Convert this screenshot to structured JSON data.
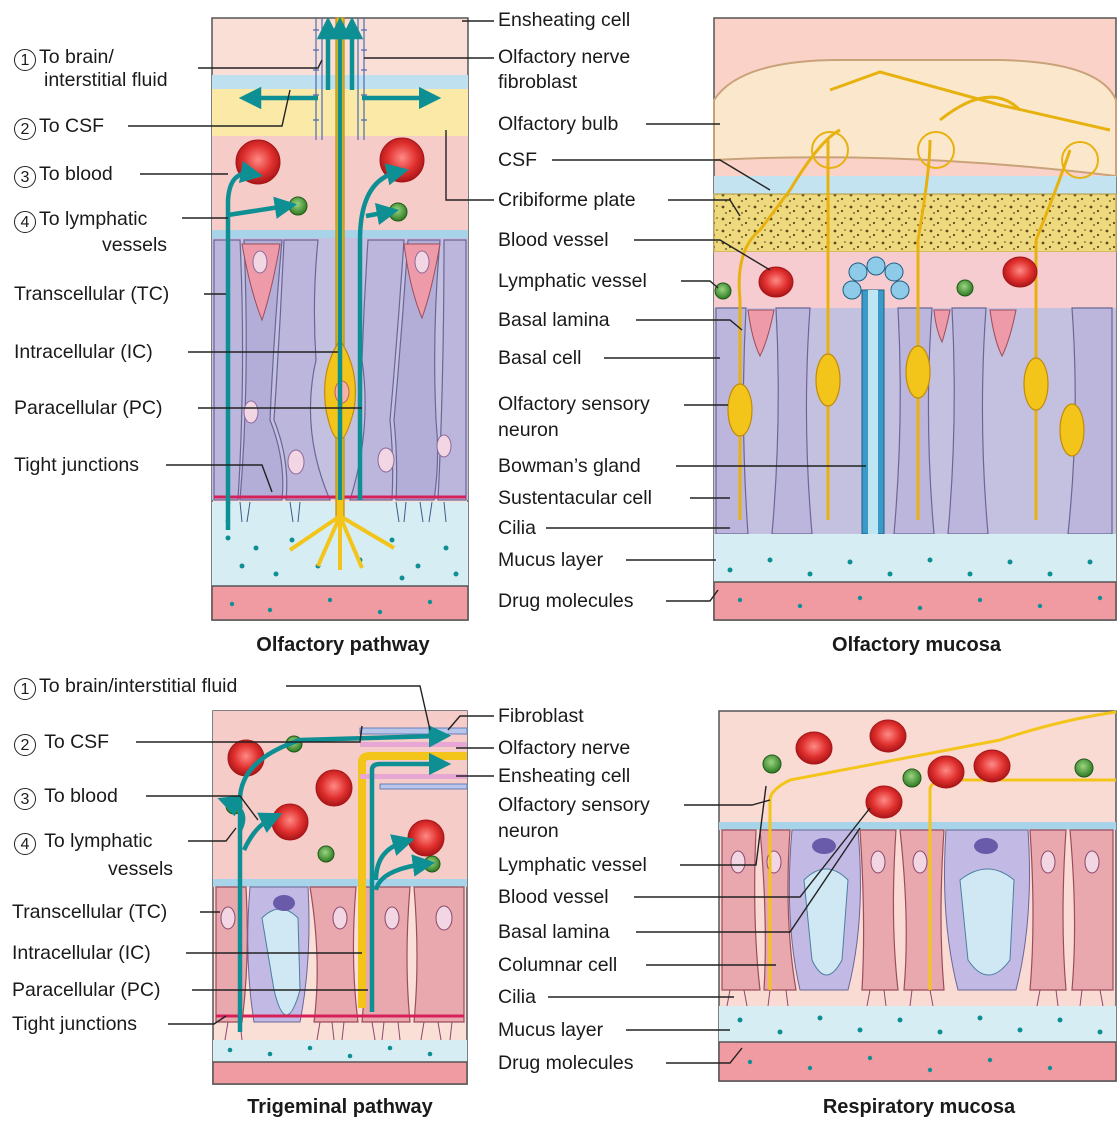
{
  "panels": {
    "olfactory_pathway": {
      "caption": "Olfactory pathway",
      "routes": [
        {
          "num": "1",
          "text": "To brain/",
          "text2": "interstitial fluid"
        },
        {
          "num": "2",
          "text": "To CSF"
        },
        {
          "num": "3",
          "text": "To blood"
        },
        {
          "num": "4",
          "text": "To lymphatic",
          "text2": "vessels"
        }
      ],
      "mechanisms": [
        "Transcellular (TC)",
        "Intracellular (IC)",
        "Paracellular (PC)",
        "Tight junctions"
      ],
      "right_labels": [
        "Ensheating cell",
        "Olfactory nerve",
        "fibroblast"
      ]
    },
    "olfactory_mucosa": {
      "caption": "Olfactory mucosa",
      "labels": [
        "Olfactory bulb",
        "CSF",
        "Cribiforme plate",
        "Blood vessel",
        "Lymphatic vessel",
        "Basal lamina",
        "Basal cell",
        "Olfactory sensory",
        "neuron",
        "Bowman’s gland",
        "Sustentacular cell",
        "Cilia",
        "Mucus layer",
        "Drug molecules"
      ]
    },
    "trigeminal_pathway": {
      "caption": "Trigeminal pathway",
      "routes": [
        {
          "num": "1",
          "text": "To brain/interstitial fluid"
        },
        {
          "num": "2",
          "text": "To CSF"
        },
        {
          "num": "3",
          "text": "To blood"
        },
        {
          "num": "4",
          "text": "To lymphatic",
          "text2": "vessels"
        }
      ],
      "mechanisms": [
        "Transcellular (TC)",
        "Intracellular (IC)",
        "Paracellular (PC)",
        "Tight junctions"
      ]
    },
    "respiratory_mucosa": {
      "caption": "Respiratory mucosa",
      "labels": [
        "Fibroblast",
        "Olfactory nerve",
        "Ensheating cell",
        "Olfactory sensory",
        "neuron",
        "Lymphatic vessel",
        "Blood vessel",
        "Basal lamina",
        "Columnar cell",
        "Cilia",
        "Mucus layer",
        "Drug molecules"
      ]
    }
  },
  "colors": {
    "neuron": "#f3c419",
    "arrow": "#0e8f94",
    "blood": "#d8262b",
    "lymph": "#3c8a2e",
    "cell_purple": "#b7b3d6",
    "cell_pink": "#e9a7ae",
    "mucus": "#d6edf3",
    "bone": "#f2e08e"
  }
}
